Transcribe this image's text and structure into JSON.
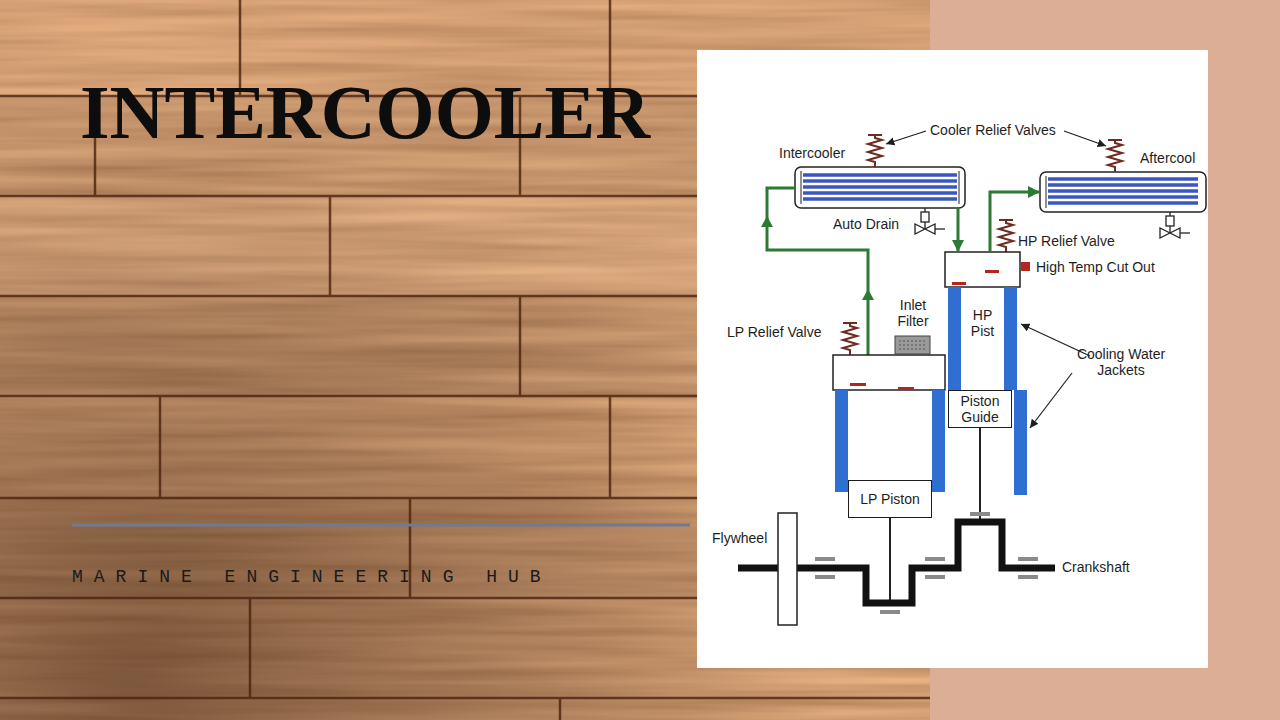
{
  "diagram": {
    "title": "INTERCOOLER",
    "nodes": [
      {
        "text": [
          "Intercooler"
        ]
      },
      {
        "text": [
          "Aftercool"
        ]
      },
      {
        "text": [
          "HP Pist"
        ]
      },
      {
        "text": [
          "Piston Guide"
        ]
      },
      {
        "text": [
          "LP Piston"
        ]
      }
    ],
    "edges": [
      {
        "from": 0,
        "to": 2,
        "arrow": "to"
      },
      {
        "from": 2,
        "to": 1,
        "arrow": "to"
      }
    ],
    "labels": [
      "Cooler Relief Valves",
      "Auto Drain",
      "HP Relief Valve",
      "High Temp Cut Out",
      "Inlet Filter",
      "LP Relief Valve",
      "Cooling Water Jackets",
      "Flywheel",
      "Crankshaft",
      "MARINE ENGINEERING HUB"
    ]
  }
}
